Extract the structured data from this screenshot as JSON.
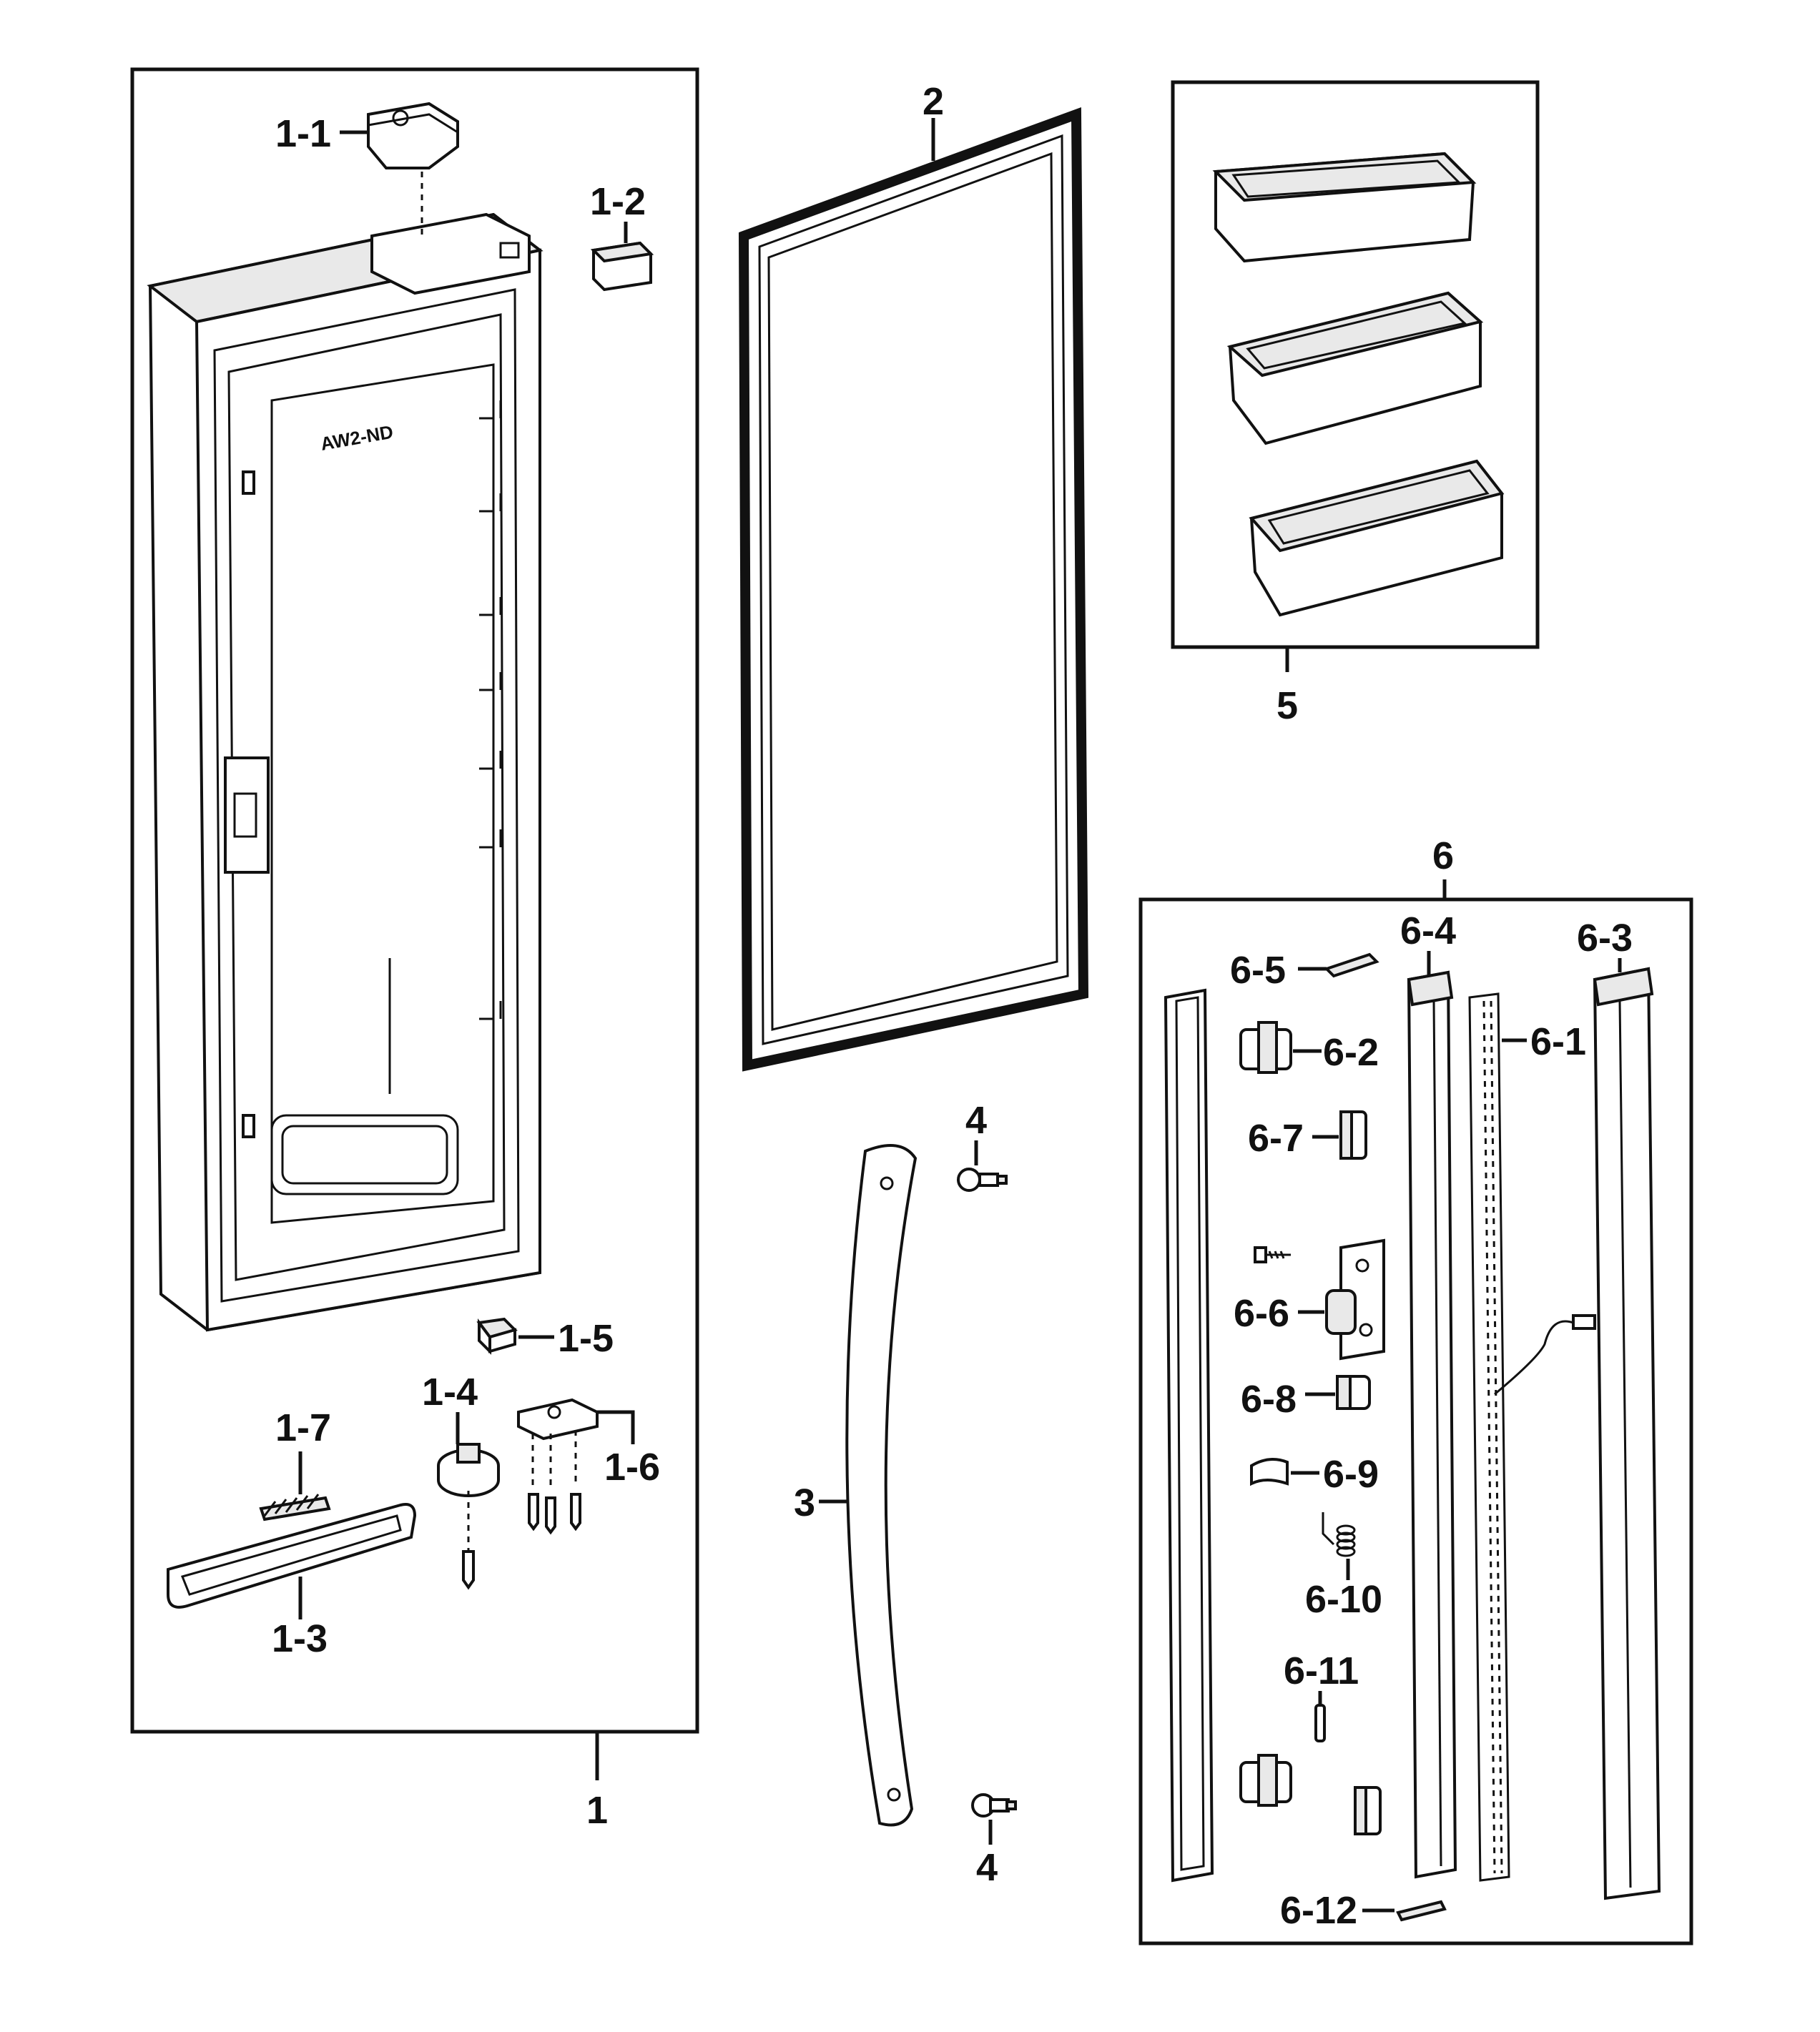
{
  "callouts": {
    "c1": "1",
    "c1_1": "1-1",
    "c1_2": "1-2",
    "c1_3": "1-3",
    "c1_4": "1-4",
    "c1_5": "1-5",
    "c1_6": "1-6",
    "c1_7": "1-7",
    "c2": "2",
    "c3": "3",
    "c4a": "4",
    "c4b": "4",
    "c5": "5",
    "c6": "6",
    "c6_1": "6-1",
    "c6_2": "6-2",
    "c6_3": "6-3",
    "c6_4": "6-4",
    "c6_5": "6-5",
    "c6_6": "6-6",
    "c6_7": "6-7",
    "c6_8": "6-8",
    "c6_9": "6-9",
    "c6_10": "6-10",
    "c6_11": "6-11",
    "c6_12": "6-12"
  },
  "door_marking": "AW2-ND"
}
